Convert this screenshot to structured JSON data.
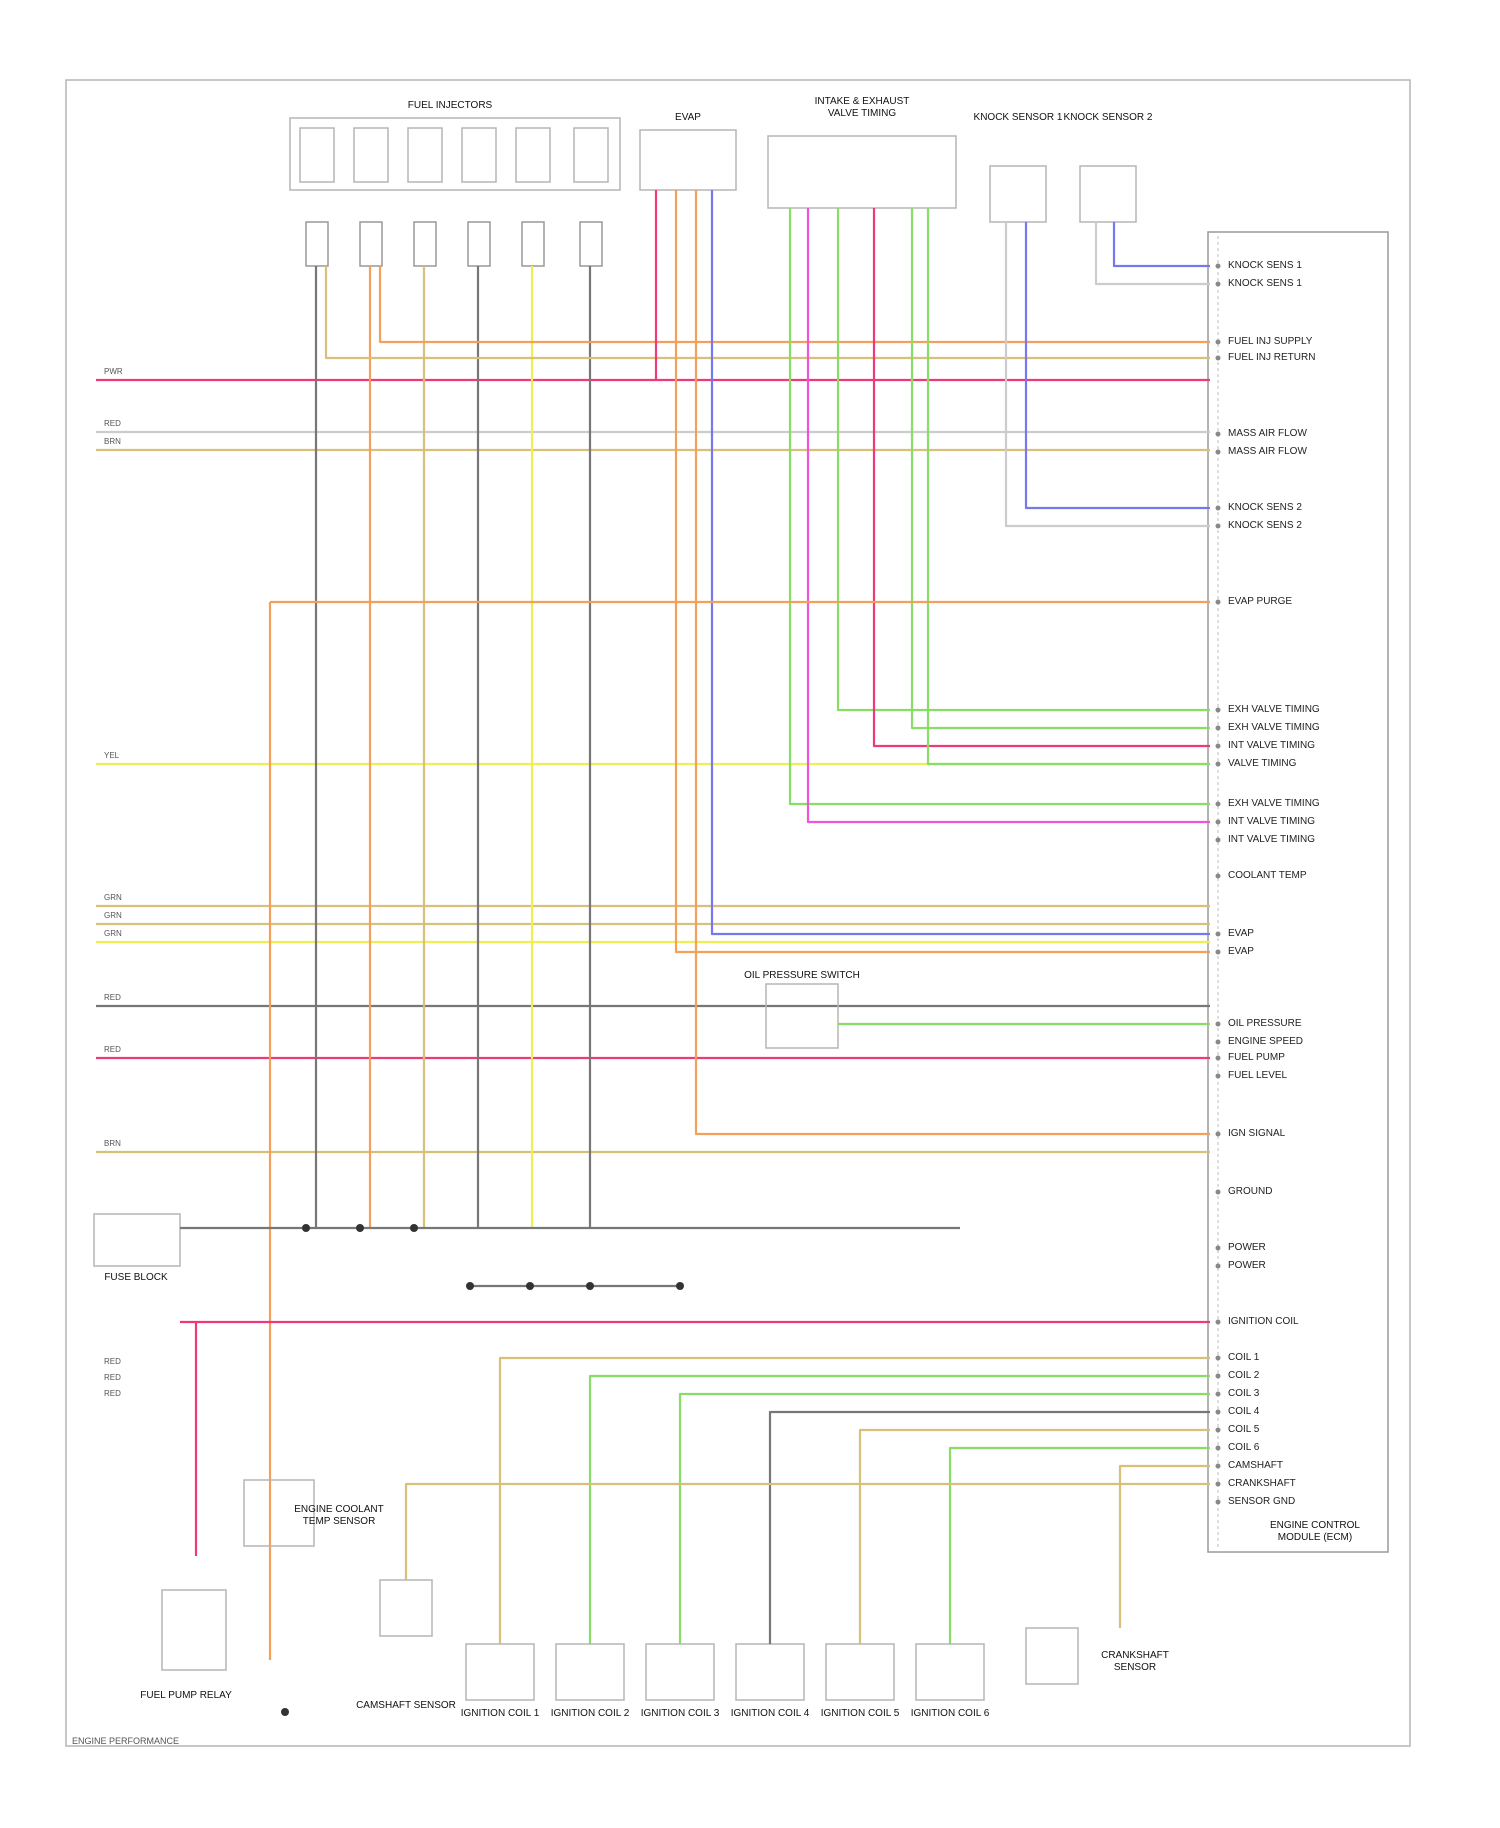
{
  "diagram": {
    "colors": {
      "frame": "#b5b5b5",
      "ecm": "#9a9a9a",
      "wire_pink": "#ee3a7a",
      "wire_orange": "#f2a05a",
      "wire_tan": "#d8c07a",
      "wire_yellow": "#eeee55",
      "wire_gray": "#777777",
      "wire_green": "#88dd66",
      "wire_violet": "#7777ee",
      "wire_magenta": "#ee55dd",
      "wire_white": "#cccccc"
    },
    "components": [
      {
        "id": "fuel-injectors",
        "label": "FUEL INJECTORS"
      },
      {
        "id": "evap-valve",
        "label": "EVAP"
      },
      {
        "id": "intake-exhaust-valve",
        "label": "INTAKE & EXHAUST VALVE TIMING"
      },
      {
        "id": "knock-sensor-1",
        "label": "KNOCK SENSOR 1"
      },
      {
        "id": "knock-sensor-2",
        "label": "KNOCK SENSOR 2"
      },
      {
        "id": "ecm",
        "label": "ENGINE CONTROL MODULE (ECM)"
      },
      {
        "id": "oil-pressure-switch",
        "label": "OIL PRESSURE SWITCH"
      },
      {
        "id": "fuse-block",
        "label": "FUSE BLOCK"
      },
      {
        "id": "coolant-temp-sensor",
        "label": "ENGINE COOLANT TEMP SENSOR"
      },
      {
        "id": "fuel-pump-relay",
        "label": "FUEL PUMP RELAY"
      },
      {
        "id": "ignition-coil-1",
        "label": "IGNITION COIL 1"
      },
      {
        "id": "ignition-coil-2",
        "label": "IGNITION COIL 2"
      },
      {
        "id": "ignition-coil-3",
        "label": "IGNITION COIL 3"
      },
      {
        "id": "ignition-coil-4",
        "label": "IGNITION COIL 4"
      },
      {
        "id": "ignition-coil-5",
        "label": "IGNITION COIL 5"
      },
      {
        "id": "ignition-coil-6",
        "label": "IGNITION COIL 6"
      },
      {
        "id": "camshaft-sensor",
        "label": "CAMSHAFT SENSOR"
      },
      {
        "id": "crankshaft-sensor",
        "label": "CRANKSHAFT SENSOR"
      }
    ],
    "ecm_pins": [
      "KNOCK SENS 1",
      "KNOCK SENS 1",
      "FUEL INJ SUPPLY",
      "FUEL INJ RETURN",
      "MASS AIR FLOW",
      "MASS AIR FLOW",
      "KNOCK SENS 2",
      "KNOCK SENS 2",
      "EVAP PURGE",
      "EXH VALVE TIMING",
      "EXH VALVE TIMING",
      "INT VALVE TIMING",
      "VALVE TIMING",
      "EXH VALVE TIMING",
      "INT VALVE TIMING",
      "INT VALVE TIMING",
      "COOLANT TEMP",
      "EVAP",
      "EVAP",
      "OIL PRESSURE",
      "ENGINE SPEED",
      "FUEL PUMP",
      "FUEL LEVEL",
      "IGN SIGNAL",
      "GROUND",
      "POWER",
      "POWER",
      "IGNITION COIL",
      "COIL 1",
      "COIL 2",
      "COIL 3",
      "COIL 4",
      "COIL 5",
      "COIL 6",
      "CAMSHAFT",
      "CRANKSHAFT",
      "SENSOR GND"
    ],
    "left_terminals": [
      "PWR",
      "RED",
      "BRN",
      "YEL",
      "GRN",
      "GRN",
      "GRN",
      "RED",
      "RED",
      "BRN",
      "RED",
      "RED",
      "RED"
    ],
    "footer": "ENGINE PERFORMANCE"
  }
}
